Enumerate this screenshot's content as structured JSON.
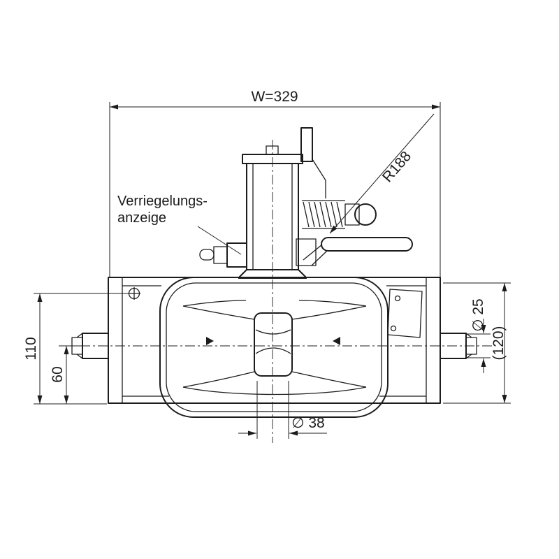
{
  "colors": {
    "background": "#ffffff",
    "line": "#1c1c1c"
  },
  "drawing": {
    "dimensions": {
      "width": "W=329",
      "radius": "R188",
      "overall_height": "110",
      "lower_height": "60",
      "pin_diameter": "∅ 25",
      "side_height": "(120)",
      "bore_diameter": "∅ 38"
    },
    "labels": {
      "locking_indicator_line1": "Verriegelungs-",
      "locking_indicator_line2": "anzeige"
    }
  }
}
